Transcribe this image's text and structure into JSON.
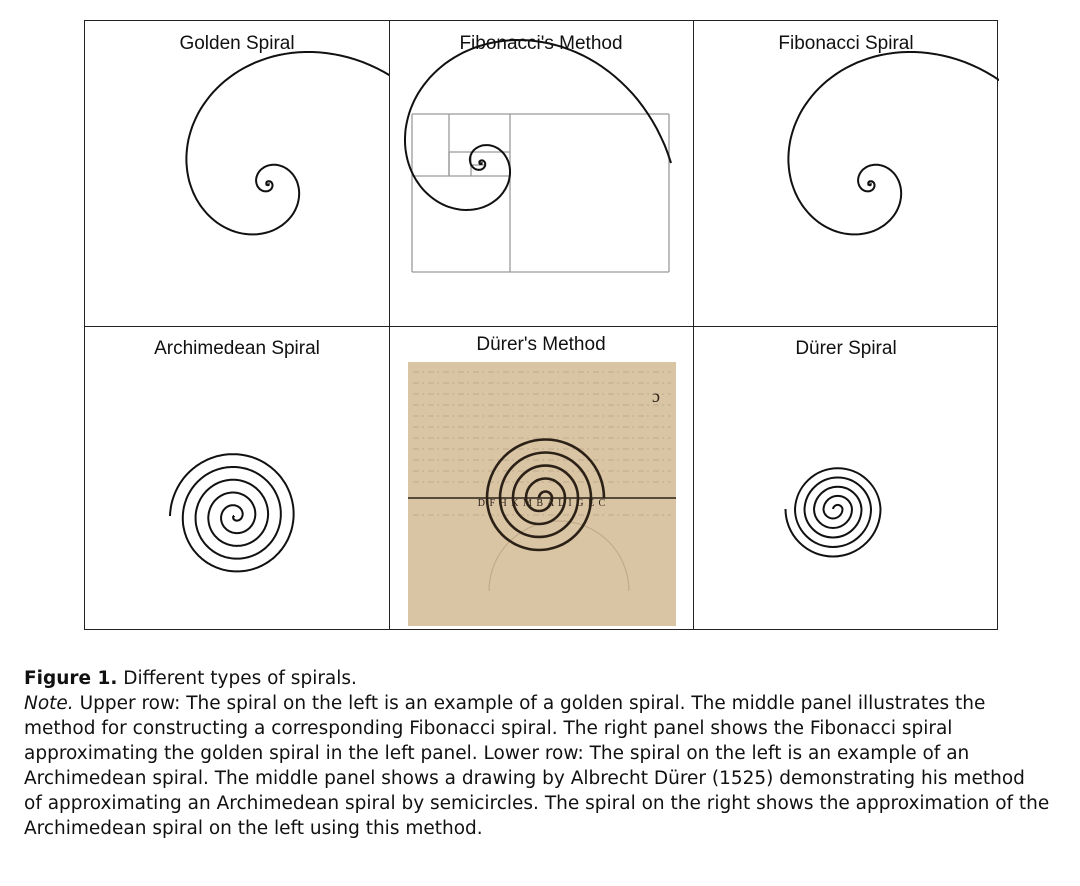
{
  "panels": {
    "golden": {
      "title": "Golden Spiral"
    },
    "fib_method": {
      "title": "Fibonacci's Method"
    },
    "fib_spiral": {
      "title": "Fibonacci Spiral"
    },
    "archimedean": {
      "title": "Archimedean Spiral"
    },
    "durer_method": {
      "title": "Dürer's Method",
      "axis_letters": "D F H K M B A L I G E C"
    },
    "durer_spiral": {
      "title": "Dürer Spiral"
    }
  },
  "caption": {
    "label": "Figure 1.",
    "title": "Different types of spirals.",
    "note_label": "Note.",
    "lines": [
      "Upper row: The spiral on the left is an example of a golden spiral. The middle panel illustrates the",
      "method for constructing a corresponding Fibonacci spiral. The right panel shows the Fibonacci spiral",
      "approximating the golden spiral in the left panel. Lower row: The spiral on the left is an example of an",
      "Archimedean spiral. The middle panel shows a drawing by Albrecht Dürer (1525) demonstrating his method",
      "of approximating an Archimedean spiral by semicircles. The spiral on the right shows the approximation of the",
      "Archimedean spiral on the left using this method."
    ]
  },
  "colors": {
    "ink": "#111111",
    "frame": "#222222",
    "guide": "#9a9a9a",
    "parchment": "#d9c4a4"
  }
}
